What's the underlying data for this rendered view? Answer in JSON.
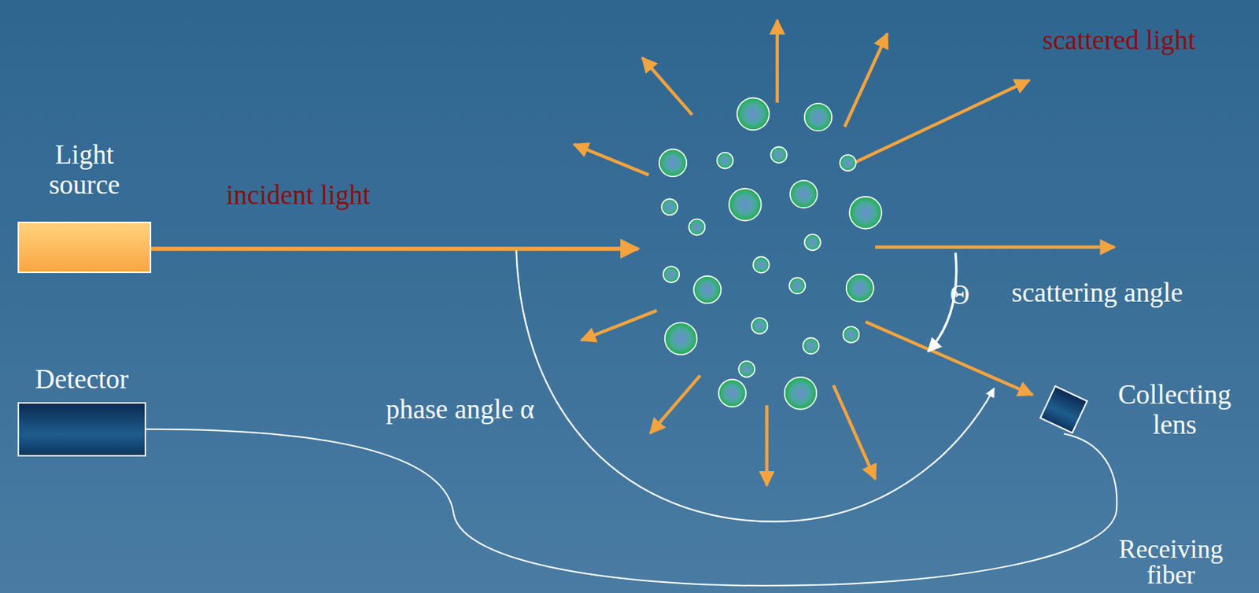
{
  "diagram": {
    "nodes": [
      {
        "text": [
          "Light source"
        ]
      },
      {
        "text": [
          "Detector"
        ]
      },
      {
        "text": [
          "Collecting lens"
        ]
      }
    ],
    "edges": [
      {
        "from": 1,
        "to": 2,
        "arrow": "none",
        "label": "Receiving fiber"
      }
    ],
    "labels": [
      "incident light",
      "scattered light",
      "Θ",
      "scattering angle",
      "phase angle α"
    ]
  }
}
